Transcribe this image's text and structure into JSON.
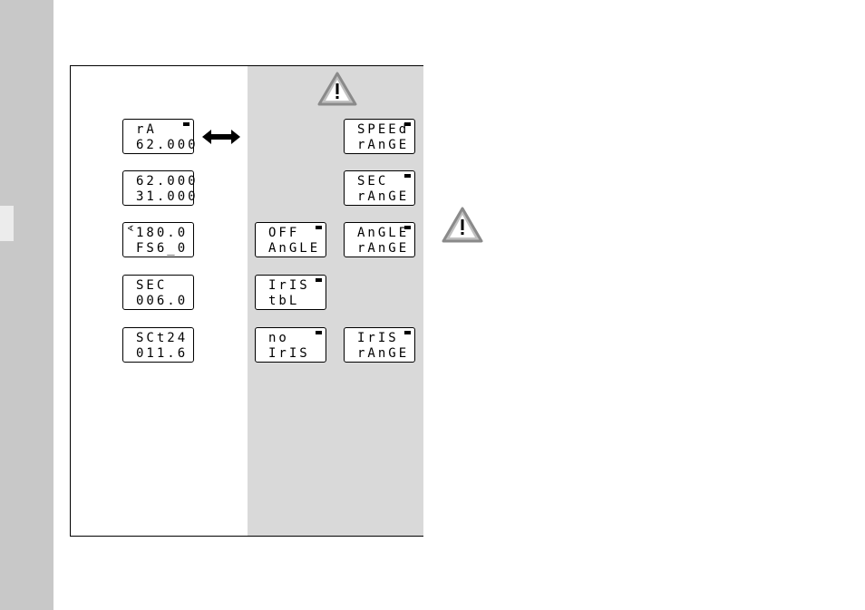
{
  "colors": {
    "sidebar": "#c8c8c8",
    "shaded_panel": "#d9d9d9",
    "warning_fill": "#c0c0c0",
    "warning_stroke": "#8a8a8a"
  },
  "icons": {
    "warning": "warning-triangle-icon",
    "arrow": "double-arrow-icon"
  },
  "left_displays": [
    {
      "line1": "rA",
      "line2": "62.000",
      "flag": true
    },
    {
      "line1": "62.000",
      "line2": "31.000",
      "flag": false
    },
    {
      "line1": "180.0",
      "line2": "FS6_0",
      "flag": false,
      "symbol": "∢"
    },
    {
      "line1": "SEC",
      "line2": "006.0",
      "flag": false
    },
    {
      "line1": "SCt24",
      "line2": "011.6",
      "flag": false
    }
  ],
  "mid_displays": [
    {
      "line1": "OFF",
      "line2": "AnGLE",
      "flag": true
    },
    {
      "line1": "IrIS",
      "line2": "tbL",
      "flag": true
    },
    {
      "line1": "no",
      "line2": "IrIS",
      "flag": true
    }
  ],
  "right_displays": [
    {
      "line1": "SPEEd",
      "line2": "rAnGE",
      "flag": true
    },
    {
      "line1": "SEC",
      "line2": "rAnGE",
      "flag": true
    },
    {
      "line1": "AnGLE",
      "line2": "rAnGE",
      "flag": true
    },
    {
      "line1": "IrIS",
      "line2": "rAnGE",
      "flag": true
    }
  ]
}
